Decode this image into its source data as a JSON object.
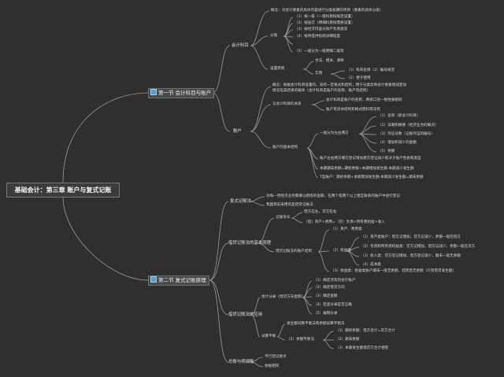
{
  "root": "基础会计：第三章 账户与复式记账",
  "section1": {
    "title": "第一节 会计科目与账户",
    "icon": "note-icon",
    "kjkm": {
      "label": "会计科目",
      "gainian": "概念：对会计要素的具体内容进行分类核算的项目（要素的具体分类）",
      "fenlei_label": "分类",
      "fenlei": [
        "（1）按一级（一级科目按规定设置）",
        "（2）按层次（明细科目按需要设置）",
        "（3）按经济内容分资产负债类等",
        "（4）按所提供指标详细程度",
        "（5）一般分为一级明细二级等"
      ],
      "sheding_label": "设置原则",
      "sheding_a": "合法、相关、清晰",
      "sheding_b": "实用",
      "sheding_sub": [
        "（1）科目名称（2）编号规范",
        "（2）便于使用"
      ]
    },
    "zhanghu": {
      "label": "账户",
      "gainian_a": "概念：根据会计科目设置的，具有一定格式和结构，用于分类反映会计要素增减变动",
      "gainian_b": "情况及其结果的载体（会计科目是账户的名称，账户有结构）",
      "guanxi_label": "与会计科目的关系",
      "guanxi": [
        "会计科目是账户的名称，两者口径一致性质相同",
        "账户有具体结构和格式而科目没有"
      ],
      "jiegou_label": "账户的基本结构",
      "yiban_label": "一般分为左右两方",
      "yiban": [
        "（1）名称（即会计科目）",
        "（2）日期和摘要（经济业务的概况）",
        "（3）凭证号数（记账凭证的编号）",
        "（4）增加和减少的金额",
        "（5）余额"
      ],
      "jiegou_extra": [
        "账户左右两方哪方登记增加哪方登记减少取决于账户性质和类型",
        "本期期末余额=期初余额+本期增加发生额-本期减少发生额",
        "T型账户：期初余额+本期增加发生额-本期减少发生额=期末余额"
      ]
    }
  },
  "section2": {
    "title": "第二节 复式记账原理",
    "icon": "note-icon",
    "fushi": {
      "label": "复式记账法",
      "items": [
        "对每一项经济业务都要以相等的金额，在两个或两个以上相互联系的账户中进行登记",
        "我国目前采用的是借贷记账法"
      ]
    },
    "jiedai": {
      "label": "借贷记账法的基本原理",
      "fuhao_label": "记账符号",
      "fuhao": [
        "借方在左，贷方在右",
        "（借）资产+费用=（贷）负债+所有者权益+收入"
      ],
      "jiegou_label": "借贷记账法的账户结构",
      "jiegou_a": "（1）资产、费用类",
      "jiegou_b_label": "（2）权益类",
      "jiegou_b": [
        "（1）资产类账户：借方记增加，贷方记减少，余额一般在借方",
        "（2）负债和所有者权益类：贷方记增加，借方记减少，余额一般在贷方",
        "（3）收入类：贷方登记增加，借方登记减少，期末一般无余额",
        "（4）成本类"
      ],
      "jiegou_c": "（3）损益类：损益类账户期末一般无余额，结转后无余额（只有借贷发生额）"
    },
    "yingyong": {
      "label": "借贷记账法的应用",
      "fenlu_label": "会计分录（借贷方向金额）",
      "fenlu": [
        "（1）确定涉及的会计账户",
        "（2）确定借贷方向",
        "（3）确定金额",
        "（4）检查分录是否正确",
        "（5）编制分录"
      ],
      "shisuan_label": "试算平衡",
      "shisuan_a": "发生额试算平衡法和余额试算平衡法",
      "shisuan_b_label": "（2）余额平衡法",
      "shisuan_b": [
        "（1）期初余额：借方合计=贷方合计",
        "（2）期末余额",
        "（3）本期发生额借贷方合计相等"
      ]
    },
    "zongzhang": {
      "label": "总账与明细账",
      "items": [
        "平行登记要点",
        "依据相同"
      ]
    }
  }
}
